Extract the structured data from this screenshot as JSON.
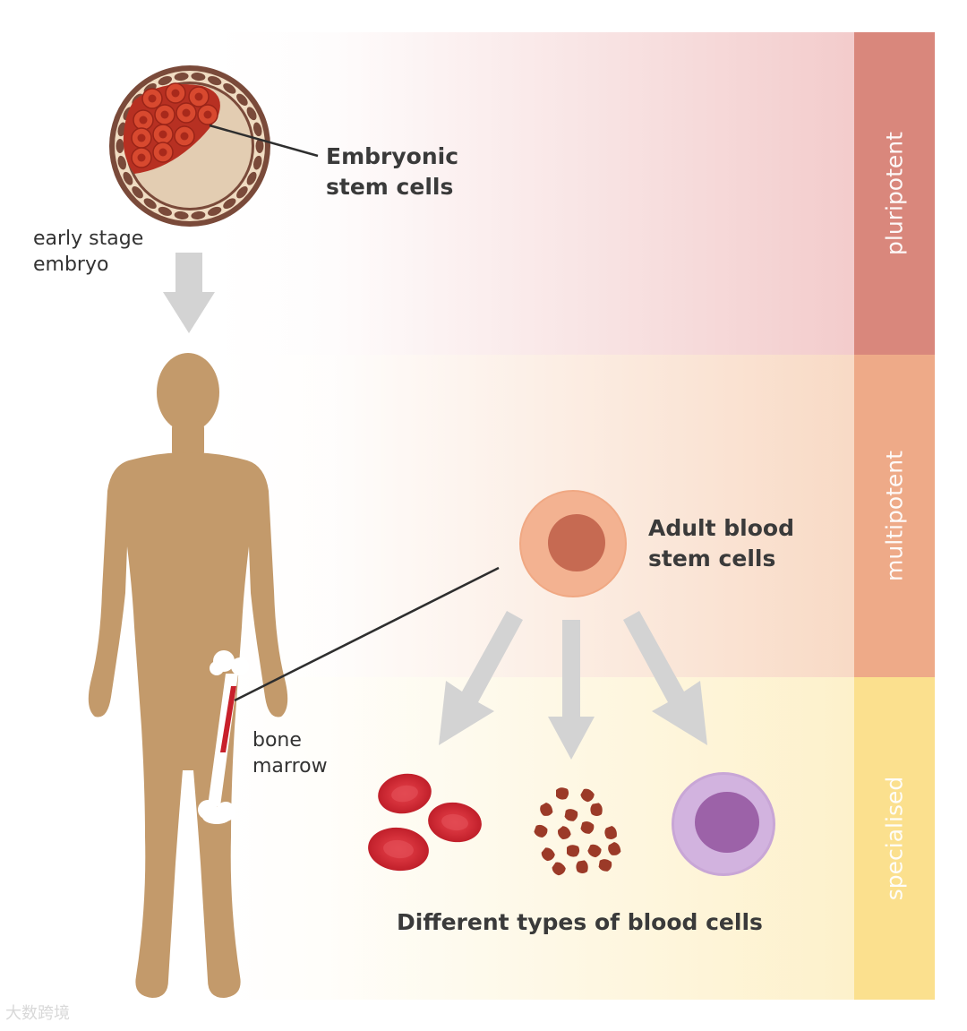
{
  "bands": [
    {
      "label": "pluripotent",
      "color": "#d9877c",
      "tint": "#f2c9c9"
    },
    {
      "label": "multipotent",
      "color": "#eeaa88",
      "tint": "#f8d8c2"
    },
    {
      "label": "specialised",
      "color": "#fbe08e",
      "tint": "#fdf0c8"
    }
  ],
  "labels": {
    "embryonic_line1": "Embryonic",
    "embryonic_line2": "stem cells",
    "embryo_line1": "early stage",
    "embryo_line2": "embryo",
    "adult_line1": "Adult blood",
    "adult_line2": "stem cells",
    "marrow_line1": "bone",
    "marrow_line2": "marrow",
    "blood_cells": "Different types of blood cells"
  },
  "watermark": "大数跨境",
  "colors": {
    "body": "#c39a6b",
    "arrow": "#d3d3d3",
    "red_cell": "#c8202b",
    "platelet": "#9b3a28",
    "white_cell": "#c8a6d6",
    "white_cell_nucleus": "#9c62a8",
    "stem_cell": "#f0a883",
    "stem_cell_nucleus": "#c66a52"
  }
}
